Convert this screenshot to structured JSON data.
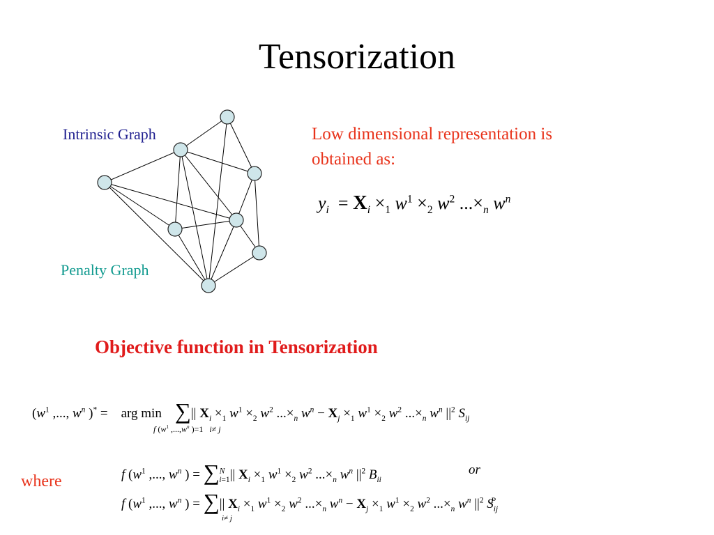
{
  "slide": {
    "title": "Tensorization",
    "intrinsic_label": "Intrinsic Graph",
    "penalty_label": "Penalty Graph",
    "description_line1": "Low dimensional representation is",
    "description_line2": "obtained as:",
    "objective_heading": "Objective function in Tensorization",
    "where_label": "where",
    "or_label": "or"
  },
  "colors": {
    "intrinsic": "#1f1f8f",
    "penalty": "#119a8f",
    "description": "#e8331b",
    "heading": "#e01b1b",
    "node_fill": "#cfe6ea",
    "node_stroke": "#222222"
  }
}
